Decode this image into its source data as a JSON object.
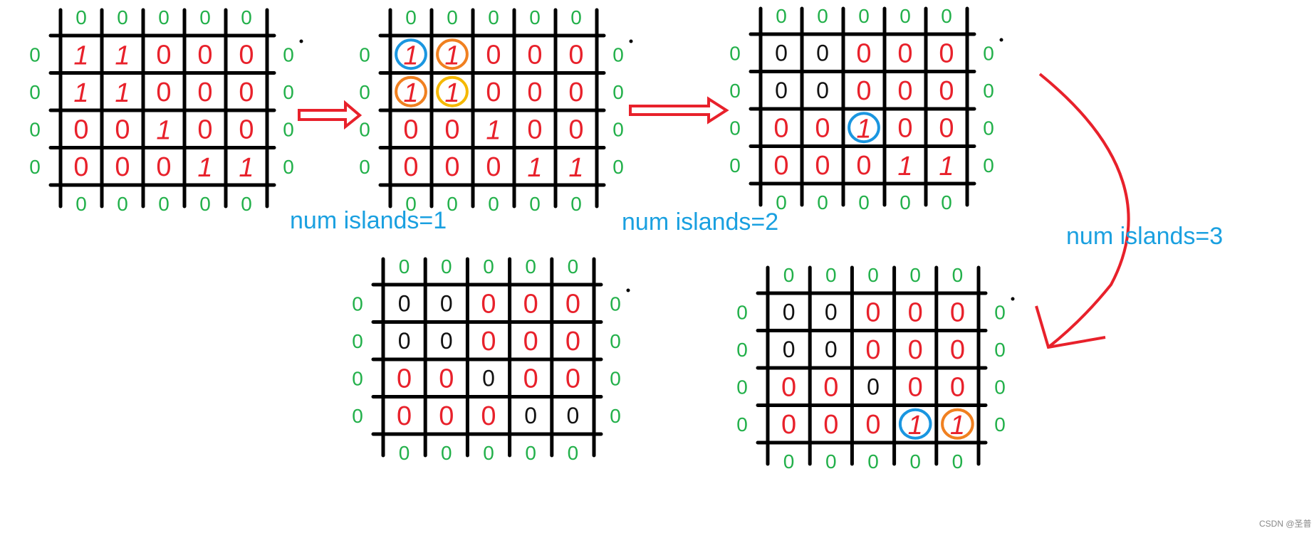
{
  "grids": [
    {
      "id": "step0",
      "cells": [
        [
          "1",
          "1",
          "0",
          "0",
          "0"
        ],
        [
          "1",
          "1",
          "0",
          "0",
          "0"
        ],
        [
          "0",
          "0",
          "1",
          "0",
          "0"
        ],
        [
          "0",
          "0",
          "0",
          "1",
          "1"
        ]
      ],
      "sunk": [],
      "circles": []
    },
    {
      "id": "step1",
      "cells": [
        [
          "1",
          "1",
          "0",
          "0",
          "0"
        ],
        [
          "1",
          "1",
          "0",
          "0",
          "0"
        ],
        [
          "0",
          "0",
          "1",
          "0",
          "0"
        ],
        [
          "0",
          "0",
          "0",
          "1",
          "1"
        ]
      ],
      "sunk": [],
      "circles": [
        {
          "r": 0,
          "c": 0,
          "color": "#1a96e0"
        },
        {
          "r": 0,
          "c": 1,
          "color": "#f08020"
        },
        {
          "r": 1,
          "c": 0,
          "color": "#f08020"
        },
        {
          "r": 1,
          "c": 1,
          "color": "#f5b800"
        }
      ]
    },
    {
      "id": "step2",
      "cells": [
        [
          "0",
          "0",
          "0",
          "0",
          "0"
        ],
        [
          "0",
          "0",
          "0",
          "0",
          "0"
        ],
        [
          "0",
          "0",
          "1",
          "0",
          "0"
        ],
        [
          "0",
          "0",
          "0",
          "1",
          "1"
        ]
      ],
      "sunk": [
        [
          0,
          0
        ],
        [
          0,
          1
        ],
        [
          1,
          0
        ],
        [
          1,
          1
        ]
      ],
      "circles": [
        {
          "r": 2,
          "c": 2,
          "color": "#1a96e0"
        }
      ]
    },
    {
      "id": "step4",
      "cells": [
        [
          "0",
          "0",
          "0",
          "0",
          "0"
        ],
        [
          "0",
          "0",
          "0",
          "0",
          "0"
        ],
        [
          "0",
          "0",
          "0",
          "0",
          "0"
        ],
        [
          "0",
          "0",
          "0",
          "0",
          "0"
        ]
      ],
      "sunk": [
        [
          0,
          0
        ],
        [
          0,
          1
        ],
        [
          1,
          0
        ],
        [
          1,
          1
        ],
        [
          2,
          2
        ],
        [
          3,
          3
        ],
        [
          3,
          4
        ]
      ],
      "circles": []
    },
    {
      "id": "step3",
      "cells": [
        [
          "0",
          "0",
          "0",
          "0",
          "0"
        ],
        [
          "0",
          "0",
          "0",
          "0",
          "0"
        ],
        [
          "0",
          "0",
          "0",
          "0",
          "0"
        ],
        [
          "0",
          "0",
          "0",
          "1",
          "1"
        ]
      ],
      "sunk": [
        [
          0,
          0
        ],
        [
          0,
          1
        ],
        [
          1,
          0
        ],
        [
          1,
          1
        ],
        [
          2,
          2
        ]
      ],
      "circles": [
        {
          "r": 3,
          "c": 3,
          "color": "#1a96e0"
        },
        {
          "r": 3,
          "c": 4,
          "color": "#f08020"
        }
      ]
    }
  ],
  "padding_value": "0",
  "labels": {
    "islands1": "num islands=1",
    "islands2": "num islands=2",
    "islands3": "num islands=3"
  },
  "watermark": "CSDN @圣普",
  "colors": {
    "grid": "#000000",
    "cell_digit": "#e8212b",
    "padding": "#22b04a",
    "label": "#1aa0e0",
    "arrow": "#e8212b",
    "sunk": "#111111"
  }
}
